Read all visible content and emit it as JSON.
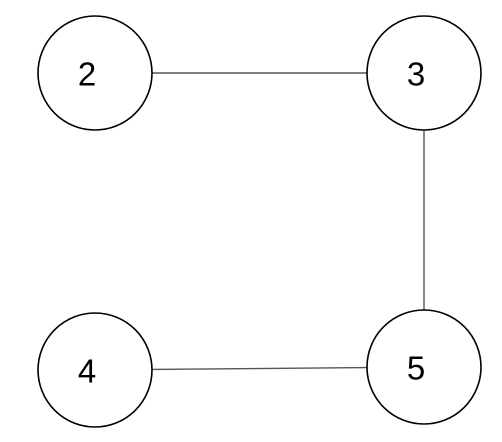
{
  "diagram": {
    "type": "graph",
    "nodes": [
      {
        "id": "n2",
        "label": "2"
      },
      {
        "id": "n3",
        "label": "3"
      },
      {
        "id": "n4",
        "label": "4"
      },
      {
        "id": "n5",
        "label": "5"
      }
    ],
    "edges": [
      {
        "from": "n2",
        "to": "n3"
      },
      {
        "from": "n3",
        "to": "n5"
      },
      {
        "from": "n4",
        "to": "n5"
      }
    ],
    "colors": {
      "node_stroke": "#000000",
      "node_fill": "#ffffff",
      "edge": "#555555",
      "label": "#000000"
    }
  }
}
